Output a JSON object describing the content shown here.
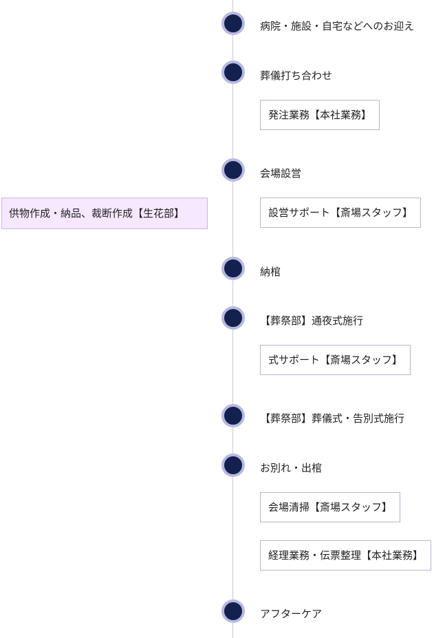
{
  "colors": {
    "dot_fill": "#14214f",
    "dot_ring": "#b7b9df",
    "line": "#c9c9d9",
    "box_border": "#b4b4d6",
    "side_box_fill": "#f6e8ff",
    "side_box_border": "#c8b4e8"
  },
  "timeline": {
    "steps": [
      {
        "label": "病院・施設・自宅などへのお迎え"
      },
      {
        "label": "葬儀打ち合わせ",
        "tasks": [
          "発注業務【本社業務】"
        ]
      },
      {
        "label": "会場設営",
        "tasks": [
          "設営サポート【斎場スタッフ】"
        ]
      },
      {
        "label": "納棺"
      },
      {
        "label": "【葬祭部】通夜式施行",
        "tasks": [
          "式サポート【斎場スタッフ】"
        ]
      },
      {
        "label": "【葬祭部】葬儀式・告別式施行"
      },
      {
        "label": "お別れ・出棺",
        "tasks": [
          "会場清掃【斎場スタッフ】",
          "経理業務・伝票整理【本社業務】"
        ]
      },
      {
        "label": "アフターケア"
      }
    ],
    "side_task": "供物作成・納品、裁断作成【生花部】"
  }
}
